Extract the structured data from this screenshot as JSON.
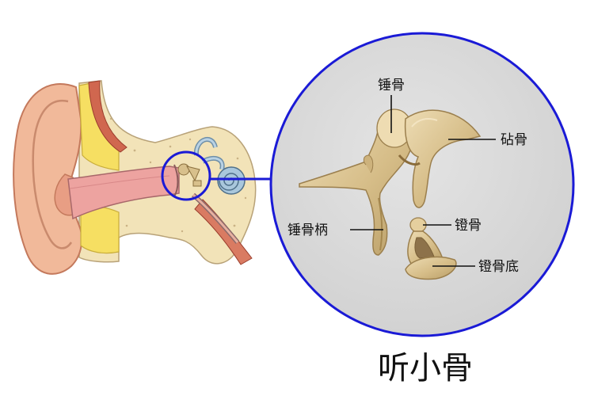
{
  "diagram": {
    "labels": {
      "malleus": "锤骨",
      "incus": "砧骨",
      "malleus_handle": "锤骨柄",
      "stapes": "镫骨",
      "stapes_footplate": "镫骨底"
    },
    "title": "听小骨"
  },
  "colors": {
    "zoom_ring": "#1a1ad6",
    "zoom_background": "#d9d9d9",
    "bone": "#d8c08c",
    "bone_shadow": "#a58a56",
    "skin": "#f1b99a",
    "tissue": "#f2e3b8",
    "cartilage": "#f6df62",
    "canal": "#e9a0a0",
    "cochlea": "#a9c7dc"
  }
}
